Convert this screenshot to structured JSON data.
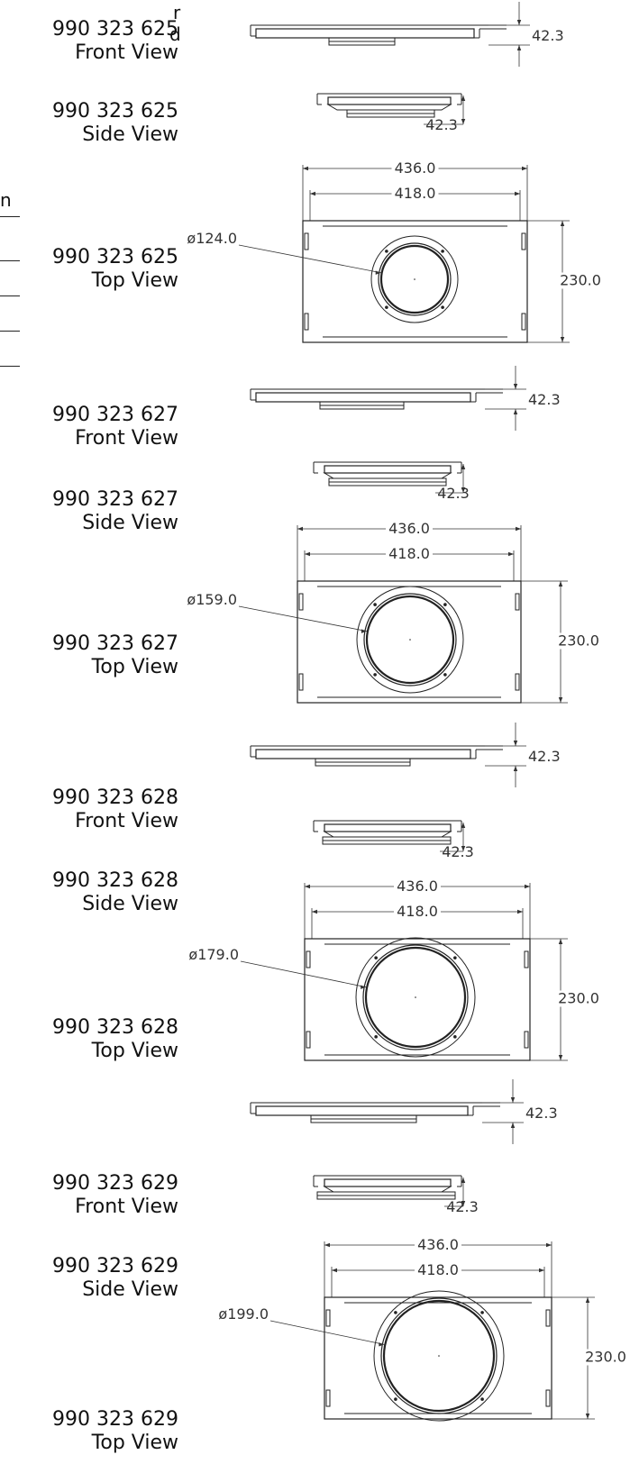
{
  "edge_fragments": {
    "top_a": "r",
    "top_b": "d",
    "mid": "n"
  },
  "views": [
    {
      "part": "990 323 625",
      "view": "Front View"
    },
    {
      "part": "990 323 625",
      "view": "Side View"
    },
    {
      "part": "990 323 625",
      "view": "Top View"
    },
    {
      "part": "990 323 627",
      "view": "Front View"
    },
    {
      "part": "990 323 627",
      "view": "Side View"
    },
    {
      "part": "990 323 627",
      "view": "Top View"
    },
    {
      "part": "990 323 628",
      "view": "Front View"
    },
    {
      "part": "990 323 628",
      "view": "Side View"
    },
    {
      "part": "990 323 628",
      "view": "Top View"
    },
    {
      "part": "990 323 629",
      "view": "Front View"
    },
    {
      "part": "990 323 629",
      "view": "Side View"
    },
    {
      "part": "990 323 629",
      "view": "Top View"
    }
  ],
  "dimensions": {
    "height": "42.3",
    "outer_width": "436.0",
    "inner_width": "418.0",
    "depth": "230.0"
  },
  "diameters": [
    "ø124.0",
    "ø159.0",
    "ø179.0",
    "ø199.0"
  ],
  "line_color": "#222222",
  "dim_color": "#333333"
}
